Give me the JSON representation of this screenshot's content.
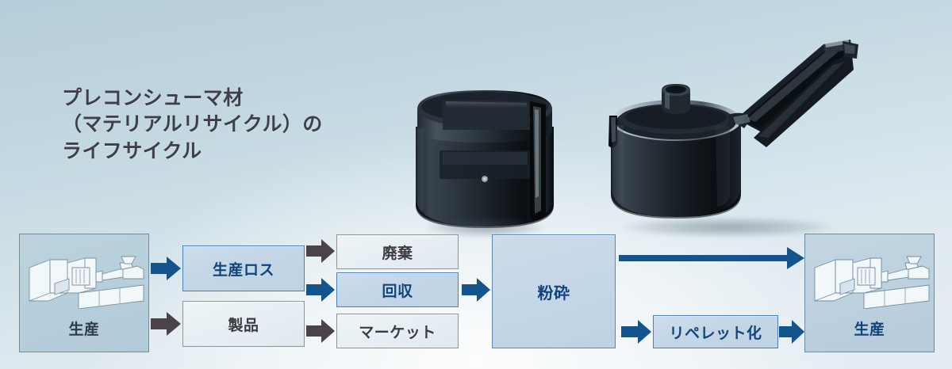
{
  "title": {
    "text": "プレコンシューマ材\n（マテリアルリサイクル）の\nライフサイクル"
  },
  "colors": {
    "accent_blue": "#12447c",
    "arrow_blue": "#14548c",
    "arrow_gray": "#4b424a",
    "box_blue_border": "#4a7fb5",
    "box_gray_border": "#8e958f",
    "title_text": "#3f3e4b",
    "bg_top": "#b6cedb",
    "bg_bottom": "#e4edf2"
  },
  "photos": [
    {
      "name": "container-closed",
      "caption": ""
    },
    {
      "name": "container-open-lid",
      "caption": ""
    }
  ],
  "diagram": {
    "nodes": [
      {
        "id": "production_left",
        "label": "生産",
        "style": "prod-left"
      },
      {
        "id": "production_loss",
        "label": "生産ロス",
        "style": "blue"
      },
      {
        "id": "product",
        "label": "製品",
        "style": "gray"
      },
      {
        "id": "disposal",
        "label": "廃棄",
        "style": "gray"
      },
      {
        "id": "collection",
        "label": "回収",
        "style": "blue"
      },
      {
        "id": "market",
        "label": "マーケット",
        "style": "gray"
      },
      {
        "id": "crushing",
        "label": "粉砕",
        "style": "panel"
      },
      {
        "id": "repelletizing",
        "label": "リペレット化",
        "style": "blue"
      },
      {
        "id": "production_right",
        "label": "生産",
        "style": "prod"
      }
    ],
    "edges": [
      {
        "from": "production_left",
        "to": "production_loss",
        "color": "blue"
      },
      {
        "from": "production_left",
        "to": "product",
        "color": "gray"
      },
      {
        "from": "production_loss",
        "to": "disposal",
        "color": "gray"
      },
      {
        "from": "production_loss",
        "to": "collection",
        "color": "blue"
      },
      {
        "from": "product",
        "to": "market",
        "color": "gray"
      },
      {
        "from": "collection",
        "to": "crushing",
        "color": "blue"
      },
      {
        "from": "crushing",
        "to": "production_right",
        "color": "blue"
      },
      {
        "from": "crushing",
        "to": "repelletizing",
        "color": "blue"
      },
      {
        "from": "repelletizing",
        "to": "production_right",
        "color": "blue"
      }
    ]
  }
}
